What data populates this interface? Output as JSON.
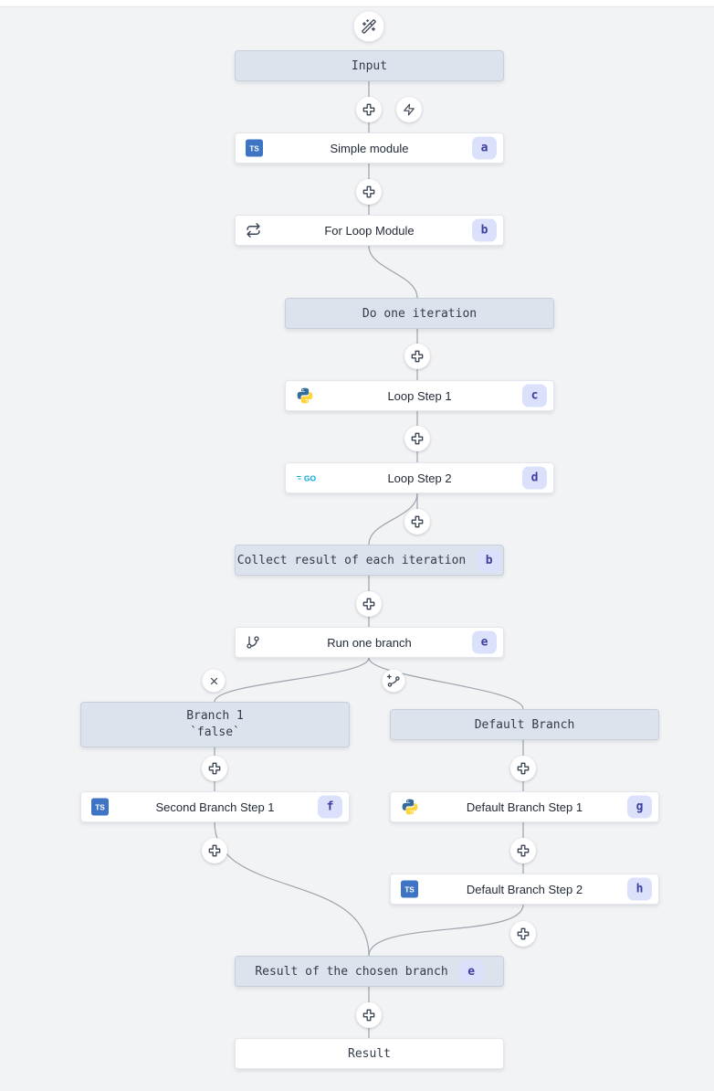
{
  "colors": {
    "canvas_bg": "#f2f3f5",
    "virtual_node_bg": "#dce3ed",
    "virtual_node_border": "#c6d0dc",
    "badge_bg": "#dbe1fb",
    "badge_text": "#3d3f9e",
    "connector": "#9ba3ad",
    "icon_stroke": "#3a4454",
    "typescript_blue": "#3f74c4",
    "python_blue": "#366c9c",
    "python_yellow": "#ffd43b",
    "go_cyan": "#00acd7"
  },
  "flow": {
    "nodes": [
      {
        "id": "input",
        "label": "Input",
        "kind": "virtual"
      },
      {
        "id": "simple-module",
        "label": "Simple module",
        "badge": "a",
        "lang": "typescript"
      },
      {
        "id": "for-loop-module",
        "label": "For Loop Module",
        "badge": "b",
        "icon": "repeat-icon"
      },
      {
        "id": "do-one-iteration",
        "label": "Do one iteration",
        "kind": "virtual"
      },
      {
        "id": "loop-step-1",
        "label": "Loop Step 1",
        "badge": "c",
        "lang": "python"
      },
      {
        "id": "loop-step-2",
        "label": "Loop Step 2",
        "badge": "d",
        "lang": "go"
      },
      {
        "id": "collect-result",
        "label": "Collect result of each iteration",
        "badge": "b",
        "kind": "virtual"
      },
      {
        "id": "run-one-branch",
        "label": "Run one branch",
        "badge": "e",
        "icon": "git-branch-icon"
      },
      {
        "id": "branch-1",
        "label": "Branch 1",
        "sublabel": "`false`",
        "kind": "virtual"
      },
      {
        "id": "default-branch",
        "label": "Default Branch",
        "kind": "virtual"
      },
      {
        "id": "second-branch-step-1",
        "label": "Second Branch Step 1",
        "badge": "f",
        "lang": "typescript"
      },
      {
        "id": "default-branch-step-1",
        "label": "Default Branch Step 1",
        "badge": "g",
        "lang": "python"
      },
      {
        "id": "default-branch-step-2",
        "label": "Default Branch Step 2",
        "badge": "h",
        "lang": "typescript"
      },
      {
        "id": "result-chosen-branch",
        "label": "Result of the chosen branch",
        "badge": "e",
        "kind": "virtual"
      },
      {
        "id": "result",
        "label": "Result",
        "kind": "virtual-white"
      }
    ],
    "buttons": {
      "magic_wand": "wand-sparkles-icon",
      "add_step": "plus-icon",
      "trigger": "zap-icon",
      "remove_branch": "x-icon",
      "add_branch": "split-branch-icon"
    }
  }
}
